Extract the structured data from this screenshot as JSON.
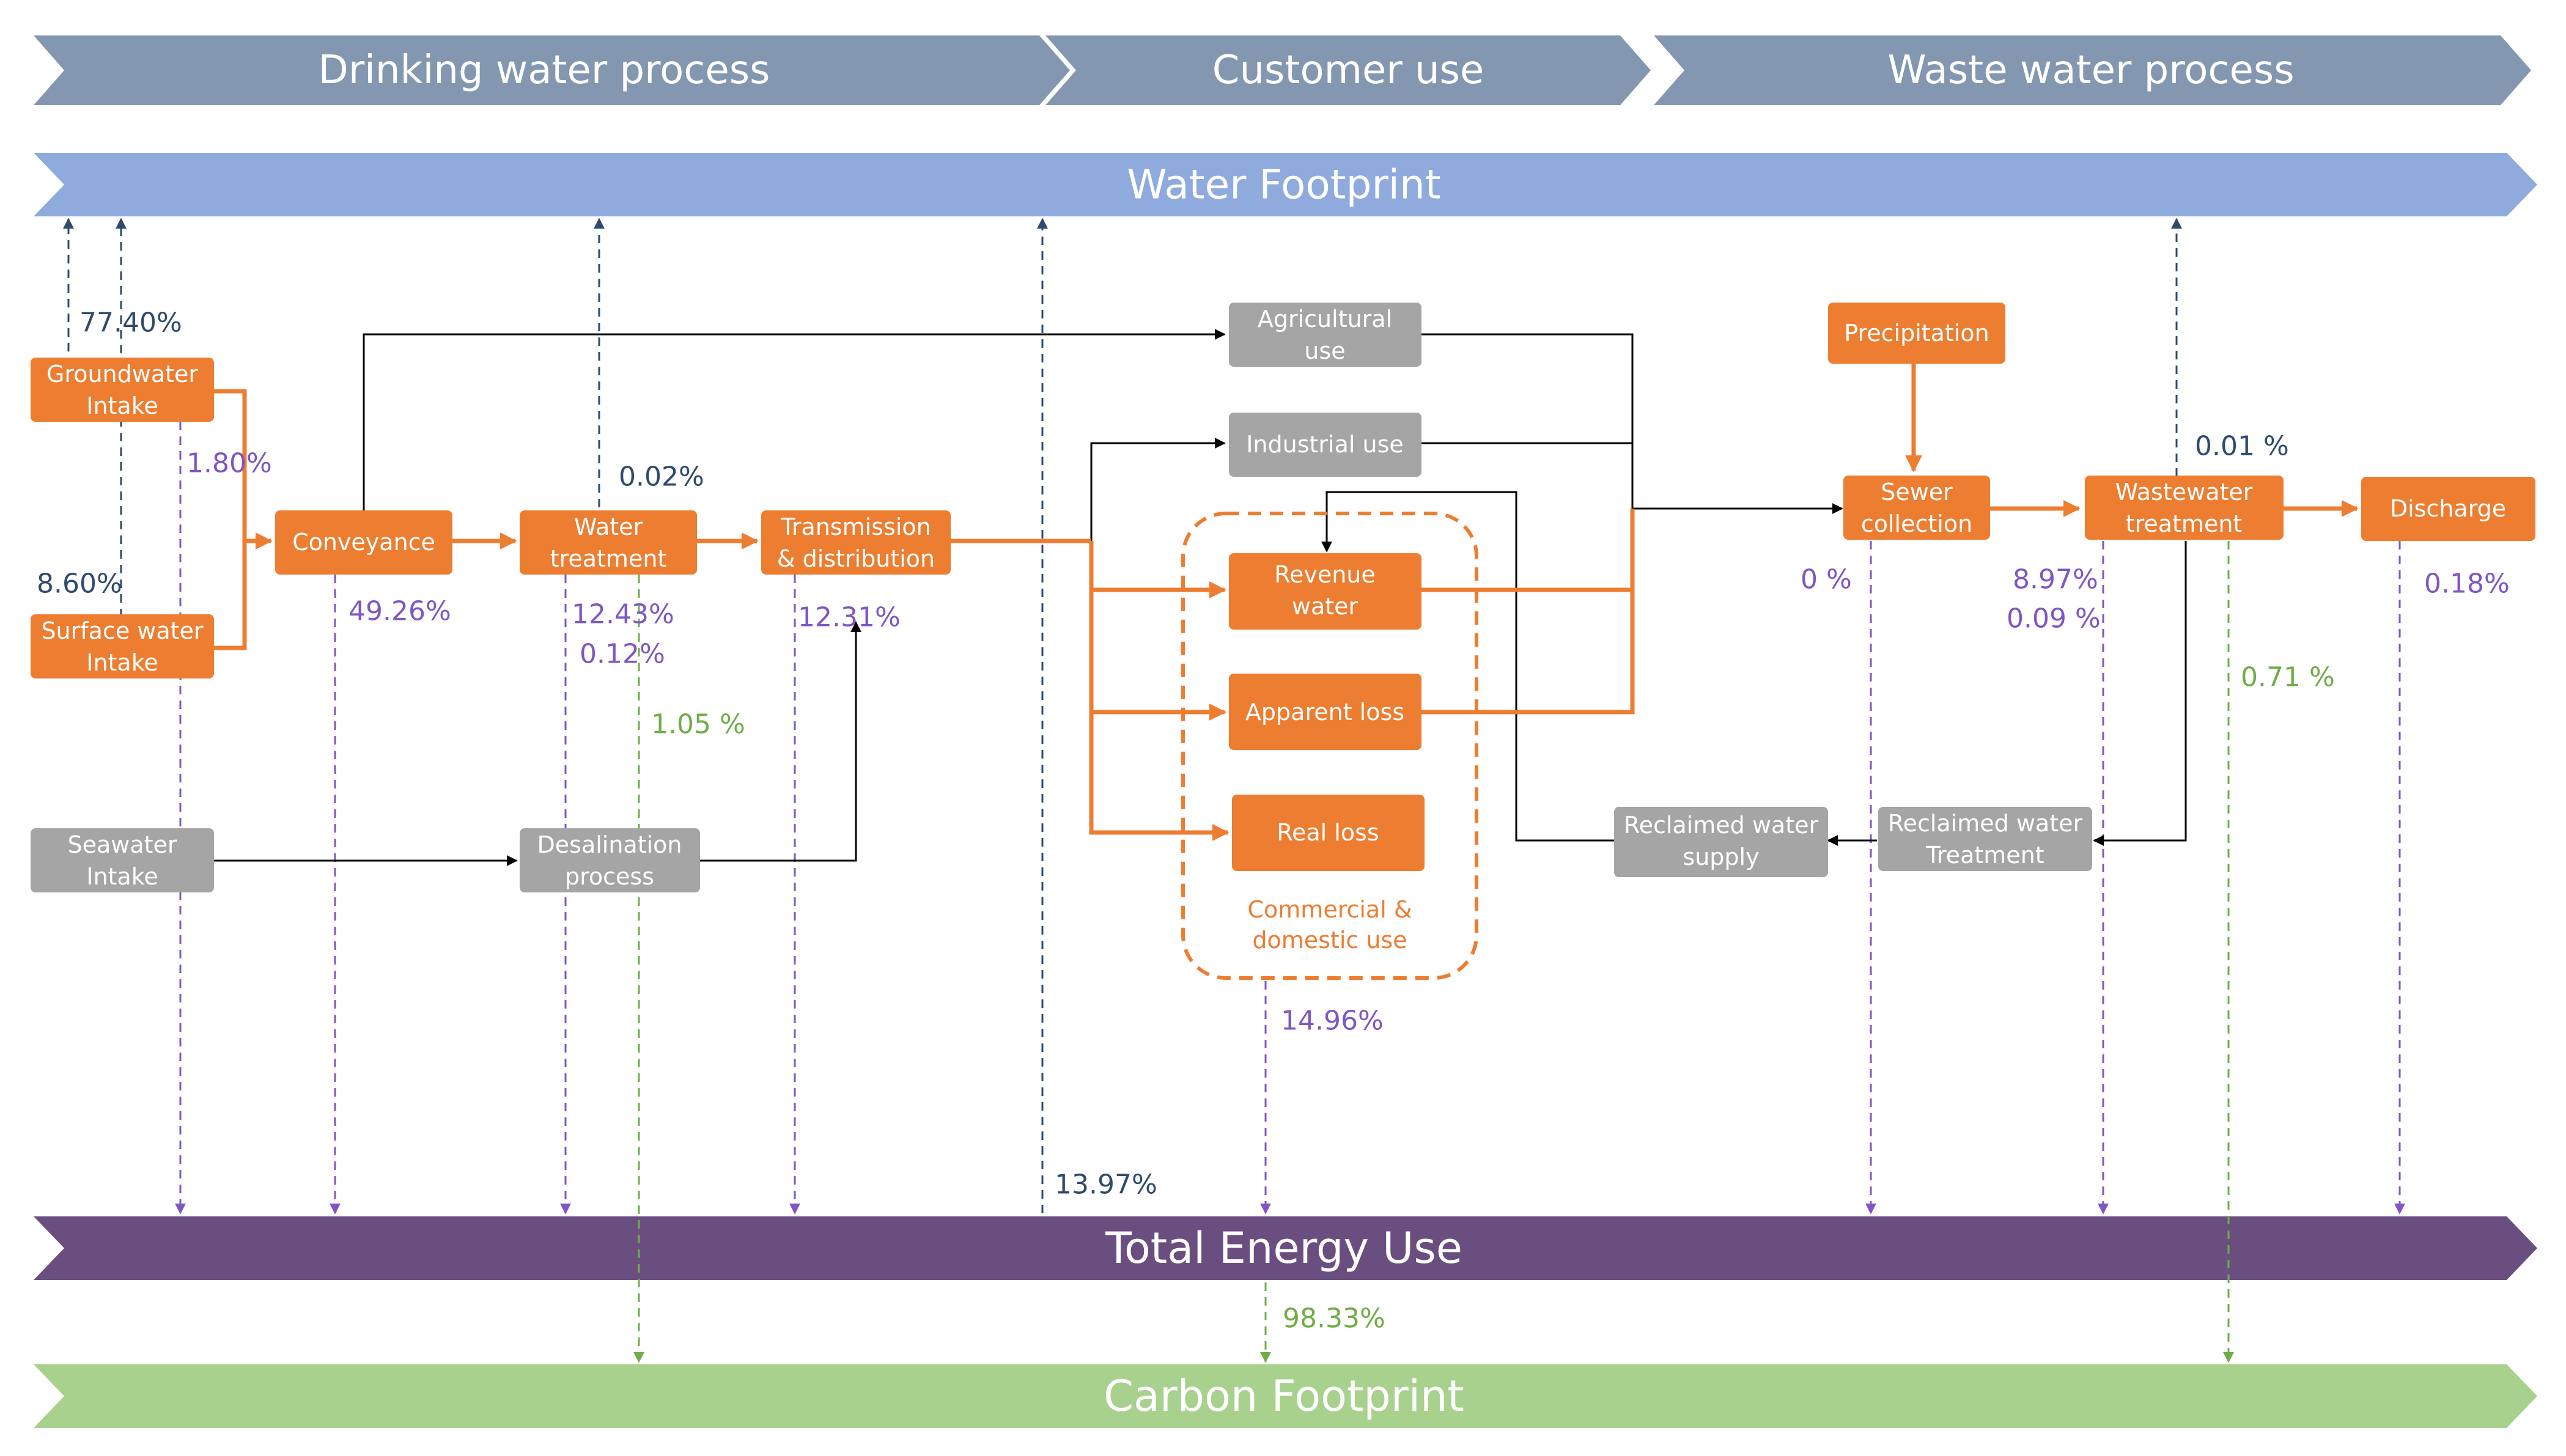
{
  "colors": {
    "stage_band": "#8497B0",
    "water_footprint": "#8FAADC",
    "energy_band": "#6B4E80",
    "carbon_band": "#A9D18E",
    "orange": "#ED7D31",
    "grey": "#A5A5A5",
    "navy": "#2F4A6D",
    "purple": "#7E57C2",
    "green": "#70AD47"
  },
  "stages": [
    "Drinking water process",
    "Customer use",
    "Waste water process"
  ],
  "bands": {
    "water_footprint": "Water Footprint",
    "energy": "Total Energy Use",
    "carbon": "Carbon Footprint"
  },
  "nodes": {
    "groundwater": [
      "Groundwater",
      "Intake"
    ],
    "surface": [
      "Surface water",
      "Intake"
    ],
    "seawater": [
      "Seawater",
      "Intake"
    ],
    "conveyance": [
      "Conveyance"
    ],
    "water_treatment": [
      "Water",
      "treatment"
    ],
    "desalination": [
      "Desalination",
      "process"
    ],
    "transmission": [
      "Transmission",
      "& distribution"
    ],
    "agricultural": [
      "Agricultural",
      "use"
    ],
    "industrial": [
      "Industrial use"
    ],
    "revenue": [
      "Revenue",
      "water"
    ],
    "apparent": [
      "Apparent loss"
    ],
    "real": [
      "Real loss"
    ],
    "precipitation": [
      "Precipitation"
    ],
    "sewer": [
      "Sewer",
      "collection"
    ],
    "wastewater": [
      "Wastewater",
      "treatment"
    ],
    "discharge": [
      "Discharge"
    ],
    "reclaimed_supply": [
      "Reclaimed water",
      "supply"
    ],
    "reclaimed_treatment": [
      "Reclaimed water",
      "Treatment"
    ]
  },
  "group_caption": [
    "Commercial &",
    "domestic use"
  ],
  "percentages": {
    "wf_groundwater": "77.40%",
    "wf_surface": "8.60%",
    "wf_treatment": "0.02%",
    "wf_customer": "13.97%",
    "wf_wastewater": "0.01 %",
    "en_intake": "1.80%",
    "en_conveyance": "49.26%",
    "en_treatment": "12.43%",
    "en_desal": "0.12%",
    "en_transmission": "12.31%",
    "en_customer": "14.96%",
    "en_sewer": "0 %",
    "en_wastewater": "8.97%",
    "en_wastewater_2": "0.09 %",
    "en_discharge": "0.18%",
    "cf_treatment": "1.05 %",
    "cf_wastewater": "0.71 %",
    "cf_energy": "98.33%"
  }
}
